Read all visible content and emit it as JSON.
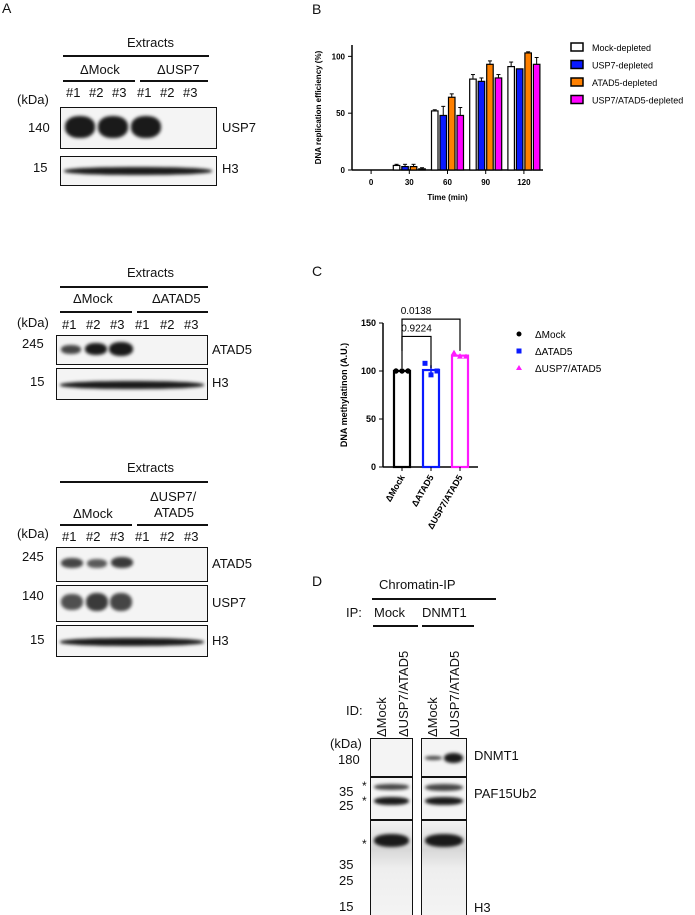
{
  "panels": {
    "a": "A",
    "b": "B",
    "c": "C",
    "d": "D"
  },
  "blotA1": {
    "header": "Extracts",
    "groups": [
      "ΔMock",
      "ΔUSP7"
    ],
    "lanes": [
      "#1",
      "#2",
      "#3",
      "#1",
      "#2",
      "#3"
    ],
    "kda": "(kDa)",
    "rows": [
      {
        "mw": "140",
        "label": "USP7"
      },
      {
        "mw": "15",
        "label": "H3"
      }
    ]
  },
  "blotA2": {
    "header": "Extracts",
    "groups": [
      "ΔMock",
      "ΔATAD5"
    ],
    "lanes": [
      "#1",
      "#2",
      "#3",
      "#1",
      "#2",
      "#3"
    ],
    "kda": "(kDa)",
    "rows": [
      {
        "mw": "245",
        "label": "ATAD5"
      },
      {
        "mw": "15",
        "label": "H3"
      }
    ]
  },
  "blotA3": {
    "header": "Extracts",
    "groups": [
      "ΔMock",
      "ΔUSP7/",
      "ATAD5"
    ],
    "lanes": [
      "#1",
      "#2",
      "#3",
      "#1",
      "#2",
      "#3"
    ],
    "kda": "(kDa)",
    "rows": [
      {
        "mw": "245",
        "label": "ATAD5"
      },
      {
        "mw": "140",
        "label": "USP7"
      },
      {
        "mw": "15",
        "label": "H3"
      }
    ]
  },
  "chart_data": [
    {
      "type": "bar",
      "title": "",
      "xlabel": "Time (min)",
      "ylabel": "DNA replication efficiency (%)",
      "ylim": [
        0,
        110
      ],
      "yticks": [
        0,
        50,
        100
      ],
      "categories": [
        "0",
        "30",
        "60",
        "90",
        "120"
      ],
      "series": [
        {
          "name": "Mock-depleted",
          "color": "#ffffff",
          "values": [
            0,
            4,
            52,
            80,
            91
          ],
          "err": [
            0,
            1,
            1,
            4,
            4
          ]
        },
        {
          "name": "USP7-depleted",
          "color": "#0a1aff",
          "values": [
            0,
            3,
            48,
            78,
            89
          ],
          "err": [
            0,
            2,
            8,
            3,
            0
          ]
        },
        {
          "name": "ATAD5-depleted",
          "color": "#ff8000",
          "values": [
            0,
            3,
            64,
            93,
            103
          ],
          "err": [
            0,
            2,
            3,
            3,
            1
          ]
        },
        {
          "name": "USP7/ATAD5-depleted",
          "color": "#ff00ff",
          "values": [
            0,
            1,
            48,
            81,
            93
          ],
          "err": [
            0,
            1,
            7,
            3,
            6
          ]
        }
      ],
      "legend": "right"
    },
    {
      "type": "bar",
      "xlabel": "",
      "ylabel": "DNA methylatinon (A.U.)",
      "ylim": [
        0,
        150
      ],
      "yticks": [
        0,
        50,
        100,
        150
      ],
      "categories": [
        "ΔMock",
        "ΔATAD5",
        "ΔUSP7/ATAD5"
      ],
      "values": [
        100,
        101,
        116
      ],
      "err": [
        0,
        5,
        2
      ],
      "colors": [
        "#000000",
        "#0a1aff",
        "#ff1aff"
      ],
      "points": [
        [
          100,
          100,
          100
        ],
        [
          108,
          96,
          100
        ],
        [
          119,
          115,
          115
        ]
      ],
      "comparisons": [
        {
          "pair": [
            "ΔMock",
            "ΔATAD5"
          ],
          "p": "0.9224"
        },
        {
          "pair": [
            "ΔMock",
            "ΔUSP7/ATAD5"
          ],
          "p": "0.0138"
        }
      ],
      "legend_entries": [
        "ΔMock",
        "ΔATAD5",
        "ΔUSP7/ATAD5"
      ],
      "legend": "right"
    }
  ],
  "blotD": {
    "header": "Chromatin-IP",
    "ip_label": "IP:",
    "ip_groups": [
      "Mock",
      "DNMT1"
    ],
    "id_label": "ID:",
    "lanes": [
      "ΔMock",
      "ΔUSP7/ATAD5",
      "ΔMock",
      "ΔUSP7/ATAD5"
    ],
    "kda": "(kDa)",
    "row1": {
      "mw": [
        "180"
      ],
      "label": "DNMT1"
    },
    "row2": {
      "mw": [
        "35",
        "25"
      ],
      "label": "PAF15Ub2",
      "marks": [
        "*",
        "*"
      ]
    },
    "row3": {
      "mw": [
        "35",
        "25",
        "15"
      ],
      "label": "H3",
      "marks": [
        "*"
      ]
    }
  }
}
